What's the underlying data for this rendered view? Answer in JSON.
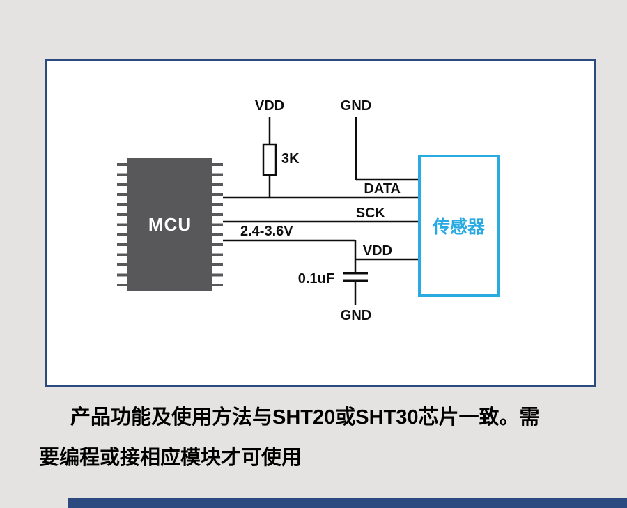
{
  "diagram": {
    "mcu_label": "MCU",
    "sensor_label": "传感器",
    "labels": {
      "vdd_top": "VDD",
      "gnd_top": "GND",
      "resistor_value": "3K",
      "data_line": "DATA",
      "sck_line": "SCK",
      "supply_voltage": "2.4-3.6V",
      "vdd_mid": "VDD",
      "capacitor_value": "0.1uF",
      "gnd_bottom": "GND"
    },
    "colors": {
      "panel_border": "#2a4a80",
      "sensor_accent": "#29abe2",
      "mcu_fill": "#58585a",
      "wire": "#0d0d0d",
      "background": "#e4e3e1"
    }
  },
  "caption": {
    "text": "产品功能及使用方法与SHT20或SHT30芯片一致。需要编程或接相应模块才可使用"
  }
}
